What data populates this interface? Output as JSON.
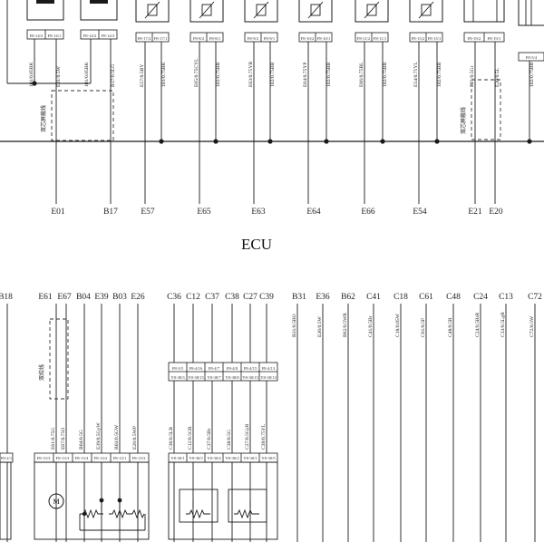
{
  "ecu_label": "ECU",
  "top_pins": [
    "E01",
    "B17",
    "E57",
    "E65",
    "E63",
    "E64",
    "E66",
    "E54",
    "E21",
    "E20"
  ],
  "bottom_pins": [
    "B18",
    "E61",
    "E67",
    "B04",
    "E39",
    "B03",
    "E26",
    "C36",
    "C12",
    "C37",
    "C38",
    "C27",
    "C39",
    "B31",
    "E36",
    "B62",
    "C41",
    "C18",
    "C61",
    "C48",
    "C24",
    "C13",
    "C72"
  ],
  "top_wire_labels": [
    "101/0.85BK",
    "E01/0.5W",
    "101/0.85BK",
    "B17/0.5LG",
    "E57/0.5BY",
    "101/0.75BK",
    "E65/0.75CYL",
    "102/0.75BB",
    "E63/0.75YB",
    "102/0.75BB",
    "E64/0.75YP",
    "102/0.75BB",
    "E66/0.75BL",
    "102/0.75BB",
    "E54/0.75YL",
    "102/0.75BB",
    "E21/0.5Gr",
    "E20/0.5L",
    "102/0.75BB"
  ],
  "top_conn_labels": [
    "F8-14/2",
    "F8-14/1",
    "F8-14/2",
    "F8-14/3",
    "F8-17/2",
    "F8-17/1",
    "F8-8/2",
    "F8-8/1",
    "F8-9/2",
    "F8-9/1",
    "F8-10/2",
    "F8-10/1",
    "F8-11/2",
    "F8-11/1",
    "F8-15/2",
    "F8-15/1",
    "F8-19/2",
    "F8-19/1",
    "F8-5/4"
  ],
  "top_shield_labels": [
    "双芯屏蔽线",
    "双芯屏蔽线"
  ],
  "bottom_shield_label": "双绞线",
  "bottom_wire_labels": [
    "E61/0.75G",
    "E67/0.75O",
    "B04/0.5G",
    "E39/0.5GyW",
    "B03/0.5GW",
    "E26/0.5WP",
    "C36/0.5LB",
    "C12/0.5GR",
    "C37/0.5Br",
    "C38/0.5G",
    "C27/0.5GyR",
    "C39/0.75YL"
  ],
  "bottom_upper_conn_labels": [
    "F8-3/5",
    "F8-4/16",
    "F8-4/7",
    "F8-4/8",
    "F8-4/15",
    "F8-4/13",
    "Y8-38/3",
    "Y8-38/15",
    "Y8-38/7",
    "Y8-38/8",
    "Y8-38/15",
    "Y8-38/13"
  ],
  "bottom_lower_conn_labels": [
    "F8-13/3",
    "F8-13/3",
    "F8-13/4",
    "F8-13/2",
    "F8-13/1",
    "F8-13/3",
    "Y8-30/1",
    "Y8-30/3",
    "Y8-30/4",
    "Y8-30/2",
    "Y8-30/1",
    "Y8-30/5"
  ],
  "bottom_right_wire_labels": [
    "B31/0.5BO",
    "E36/0.5W",
    "B62/0.5WR",
    "C41/0.5Br",
    "C18/0.85W",
    "C61/0.5P",
    "C48/0.5R",
    "C24/0.5BrR",
    "C13/0.5LgR",
    "C72/0.5W"
  ],
  "left_edge_conn_label": "F8-2/1",
  "motor_symbol": "M",
  "colors": {
    "line": "#1a1a1a",
    "text": "#111111",
    "dashed": "#333333"
  }
}
